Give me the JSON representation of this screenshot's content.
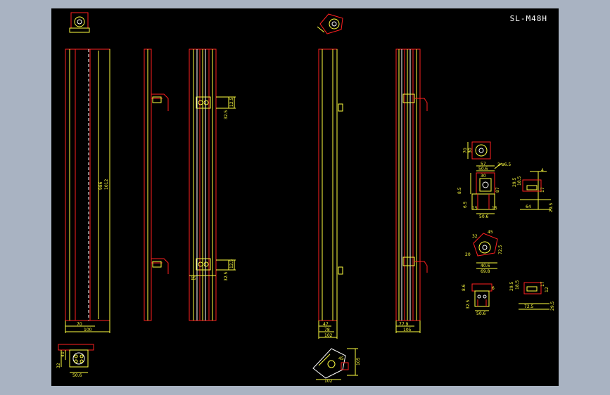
{
  "sheet": {
    "title": "SL-M48H"
  },
  "colors": {
    "background": "#000000",
    "frame": "#a9b3c2",
    "outline": "#ff2020",
    "dimension": "#ffff40",
    "detail": "#ffffff"
  },
  "labels": {
    "view1_length_a": "986",
    "view1_length_b": "1012",
    "view1_w_inner": "70",
    "view1_w_outer": "100",
    "view3_dim_a": "12.5",
    "view3_dim_b": "32.5",
    "view3_dim_c": "12.5",
    "view3_dim_d": "32.5",
    "view3_dim_e": "15",
    "view4_w_inner": "47",
    "view4_w_mid": "78",
    "view4_w_outer": "102",
    "view5_w_inner": "77.9",
    "view5_w_outer": "105",
    "bl_dim_a": "32",
    "bl_dim_b": "40",
    "bl_dim_c": "50.6",
    "bc_dim_a": "105",
    "bc_dim_b": "102",
    "bc_dim_c": "45",
    "r1_a": "70",
    "r1_b": "30",
    "r2_a": "57",
    "r2_b": "50.6",
    "r2_c": "30",
    "r2_d": "2-ø6.5",
    "r2_e": "8.5",
    "r2_f": "6.5",
    "r2_g": "15",
    "r2_h": "15",
    "r2_i": "50.6",
    "r2_j": "87",
    "r3_a": "4",
    "r3_b": "29.5",
    "r3_c": "18.5",
    "r3_d": "17",
    "r3_e": "64",
    "r3_f": "29.5",
    "r4_a": "45",
    "r4_b": "32",
    "r4_c": "72.5",
    "r4_d": "20",
    "r4_e": "40.6",
    "r4_f": "69.8",
    "r5_a": "8.6",
    "r5_b": "32.5",
    "r5_c": "50.6",
    "r5_d": "6",
    "r6_a": "29.5",
    "r6_b": "18.5",
    "r6_c": "17",
    "r6_d": "72.5",
    "r6_e": "29.5",
    "r6_f": "12"
  }
}
